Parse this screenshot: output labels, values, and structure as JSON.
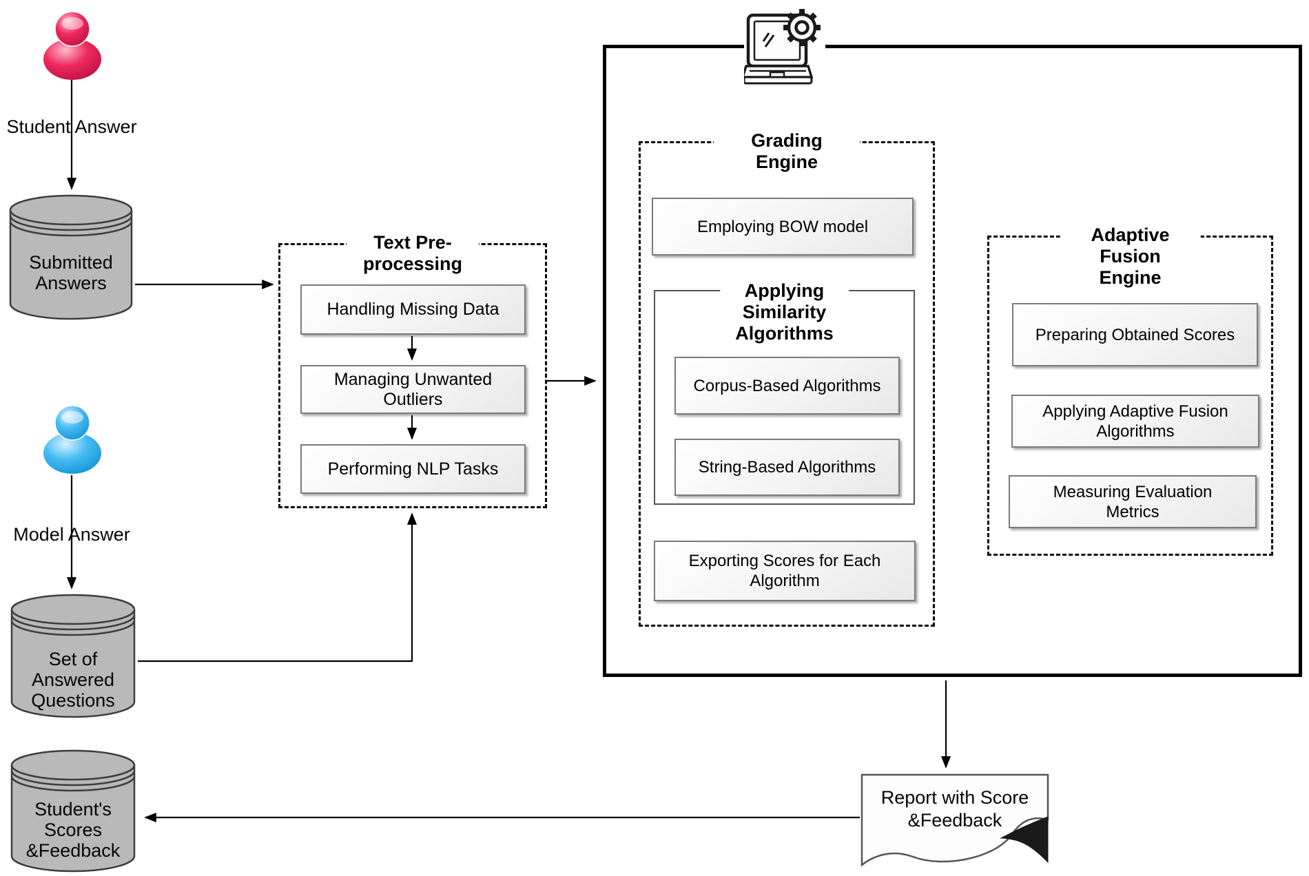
{
  "actors": {
    "student_label": "Student Answer",
    "model_label": "Model Answer"
  },
  "datastores": {
    "submitted": "Submitted\nAnswers",
    "answered": "Set of\nAnswered\nQuestions",
    "scores": "Student's\nScores\n&Feedback"
  },
  "preprocessing": {
    "title": "Text Pre-processing",
    "steps": [
      "Handling Missing Data",
      "Managing Unwanted\nOutliers",
      "Performing NLP Tasks"
    ]
  },
  "grading_engine": {
    "title": "Grading Engine",
    "bow_label": "Employing BOW model",
    "similarity_title": "Applying Similarity\nAlgorithms",
    "similarity_steps": [
      "Corpus-Based Algorithms",
      "String-Based Algorithms"
    ],
    "exporting_label": "Exporting Scores for Each\nAlgorithm"
  },
  "fusion_engine": {
    "title": "Adaptive Fusion\nEngine",
    "steps": [
      "Preparing Obtained Scores",
      "Applying Adaptive Fusion\nAlgorithms",
      "Measuring Evaluation\nMetrics"
    ]
  },
  "report": {
    "label": "Report with Score\n&Feedback"
  },
  "icons": {
    "student": "person-icon-red",
    "model": "person-icon-blue",
    "system": "laptop-gear-icon",
    "datastore": "database-cylinder",
    "report": "wavy-document"
  },
  "colors": {
    "actor_red": "#e0164f",
    "actor_blue": "#3fb9f2",
    "cylinder_fill": "#b9b9b9",
    "line": "#000000",
    "box_border": "#7a7a7a"
  }
}
